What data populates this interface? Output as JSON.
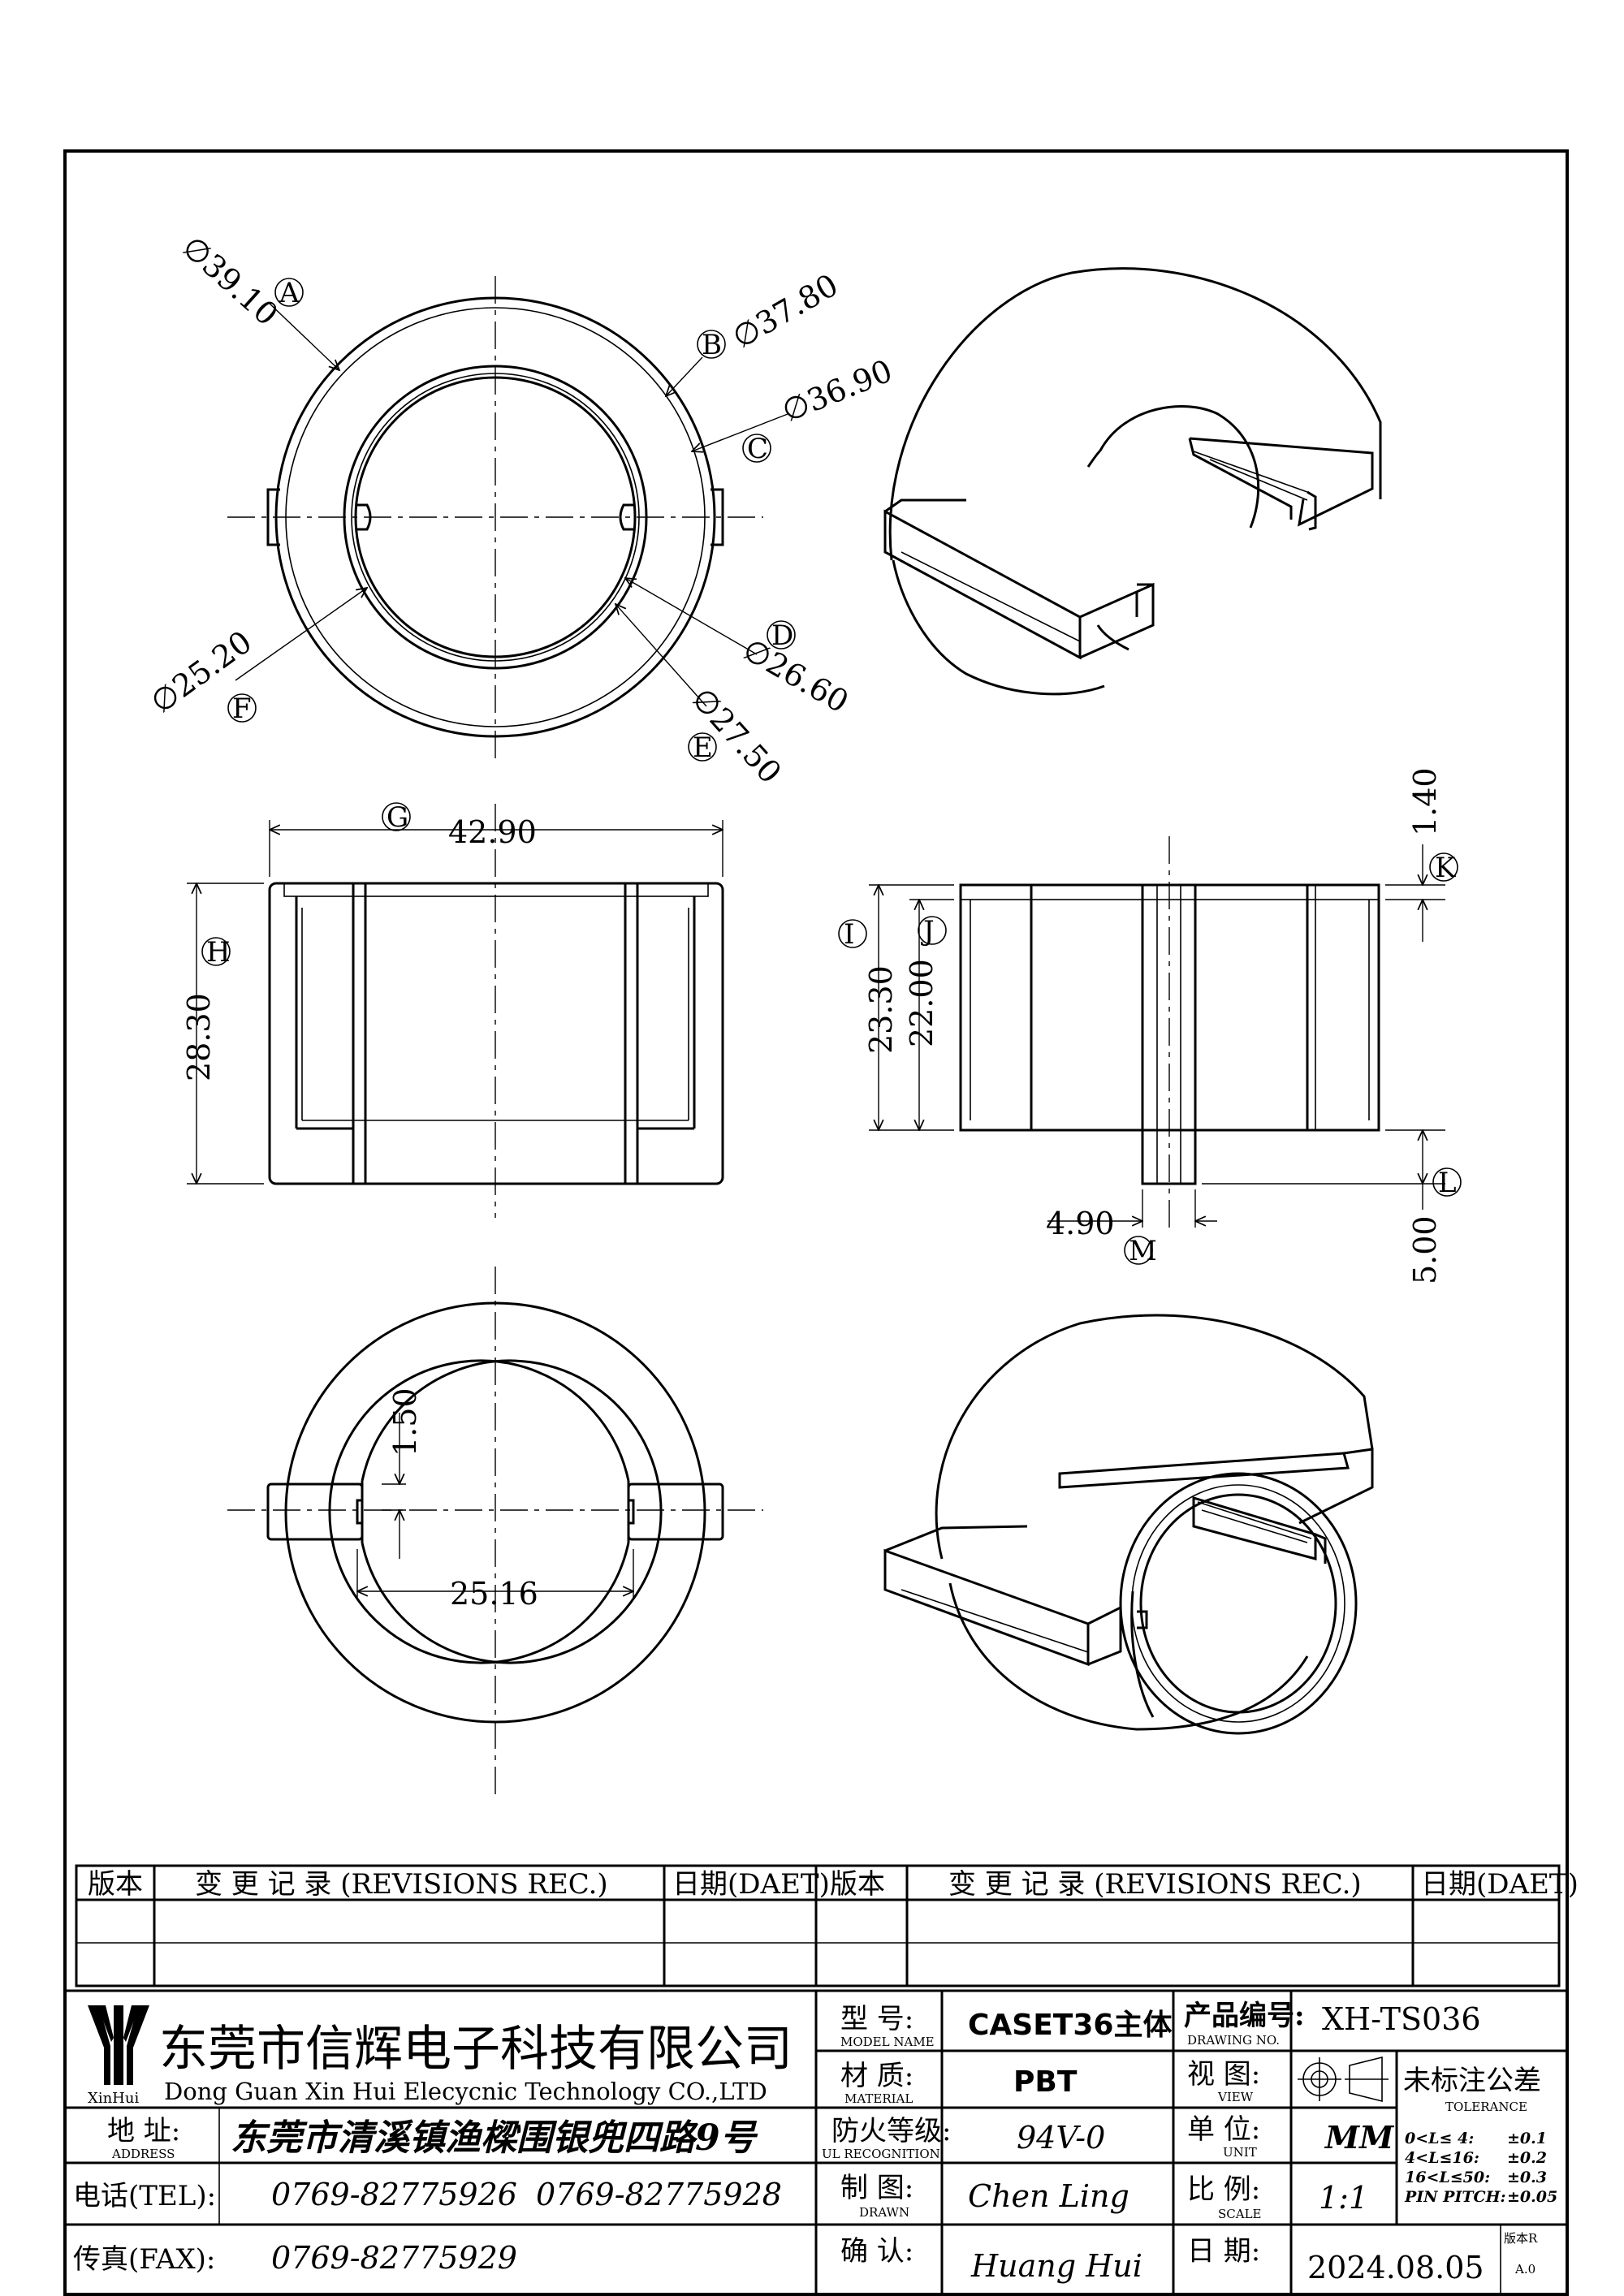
{
  "dimensions": {
    "A": {
      "letter": "A",
      "value": "∅39.10"
    },
    "B": {
      "letter": "B",
      "value": "∅37.80"
    },
    "C": {
      "letter": "C",
      "value": "∅36.90"
    },
    "D": {
      "letter": "D",
      "value": "∅26.60"
    },
    "E": {
      "letter": "E",
      "value": "∅27.50"
    },
    "F": {
      "letter": "F",
      "value": "∅25.20"
    },
    "G": {
      "letter": "G",
      "value": "42.90"
    },
    "H": {
      "letter": "H",
      "value": "28.30"
    },
    "I": {
      "letter": "I",
      "value": "23.30"
    },
    "J": {
      "letter": "J",
      "value": "22.00"
    },
    "K": {
      "letter": "K",
      "value": "1.40"
    },
    "L": {
      "letter": "L",
      "value": "5.00"
    },
    "M": {
      "letter": "M",
      "value": "4.90"
    },
    "slot_depth": "1.50",
    "slot_span": "25.16"
  },
  "revisions": {
    "h_version": "版本",
    "h_record": "变 更 记 录  (REVISIONS REC.)",
    "h_date": "日期(DAET)"
  },
  "titleblock": {
    "logo_text": "XinHui",
    "company_cn": "东莞市信辉电子科技有限公司",
    "company_en": "Dong Guan Xin Hui Elecycnic Technology CO.,LTD",
    "address_label": "地  址:",
    "address_label_en": "ADDRESS",
    "address": "东莞市清溪镇渔樑围银兜四路9号",
    "tel_label": "电话(TEL):",
    "tel1": "0769-82775926",
    "tel2": "0769-82775928",
    "fax_label": "传真(FAX):",
    "fax": "0769-82775929",
    "model_label": "型  号:",
    "model_label_en": "MODEL NAME",
    "model": "CASET36主体",
    "material_label": "材  质:",
    "material_label_en": "MATERIAL",
    "material": "PBT",
    "ul_label": "防火等级:",
    "ul_label_en": "UL RECOGNITION",
    "ul": "94V-0",
    "drawn_label": "制  图:",
    "drawn_label_en": "DRAWN",
    "drawn": "Chen Ling",
    "confirm_label": "确  认:",
    "confirm": "Huang Hui",
    "drawing_no_label": "产品编号:",
    "drawing_no_label_en": "DRAWING NO.",
    "drawing_no": "XH-TS036",
    "view_label": "视  图:",
    "view_label_en": "VIEW",
    "unit_label": "单  位:",
    "unit_label_en": "UNIT",
    "unit": "MM",
    "scale_label": "比  例:",
    "scale_label_en": "SCALE",
    "scale": "1:1",
    "date_label": "日  期:",
    "date": "2024.08.05",
    "version_label": "版本R",
    "version": "A.0",
    "tolerance_title": "未标注公差",
    "tolerance_en": "TOLERANCE",
    "tol_rows": [
      {
        "range": "0<L≤ 4:",
        "tol": "±0.1"
      },
      {
        "range": "4<L≤16:",
        "tol": "±0.2"
      },
      {
        "range": "16<L≤50:",
        "tol": "±0.3"
      },
      {
        "range": "PIN PITCH:",
        "tol": "±0.05"
      }
    ]
  }
}
